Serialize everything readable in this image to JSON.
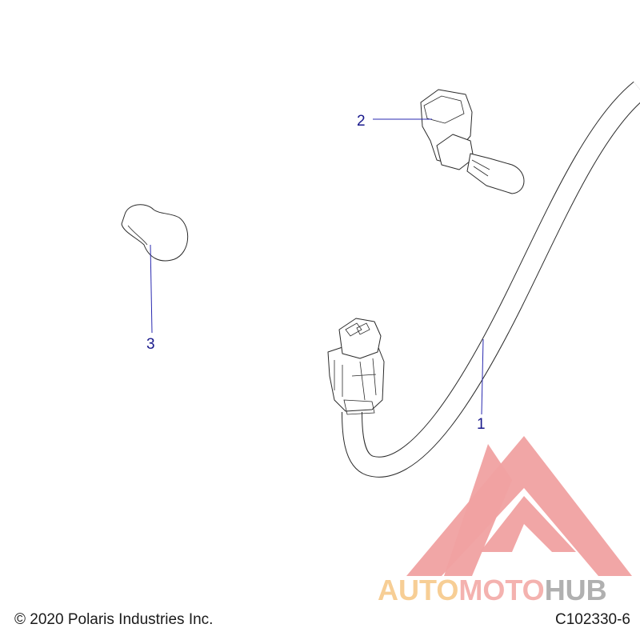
{
  "callouts": [
    "1",
    "2",
    "3"
  ],
  "footer": {
    "copyright": "© 2020 Polaris Industries Inc.",
    "diagram_id": "C102330-6"
  },
  "watermark": {
    "text_part1": "AUTO",
    "text_part2": "MOTO",
    "text_part3": "HUB",
    "colors": {
      "logo": "#f0a1a1",
      "auto": "#f7c98a",
      "moto": "#f3aaa7",
      "hub": "#a8a8a8"
    }
  },
  "colors": {
    "callout": "#1a1a8c",
    "line": "#2a2a2a"
  }
}
